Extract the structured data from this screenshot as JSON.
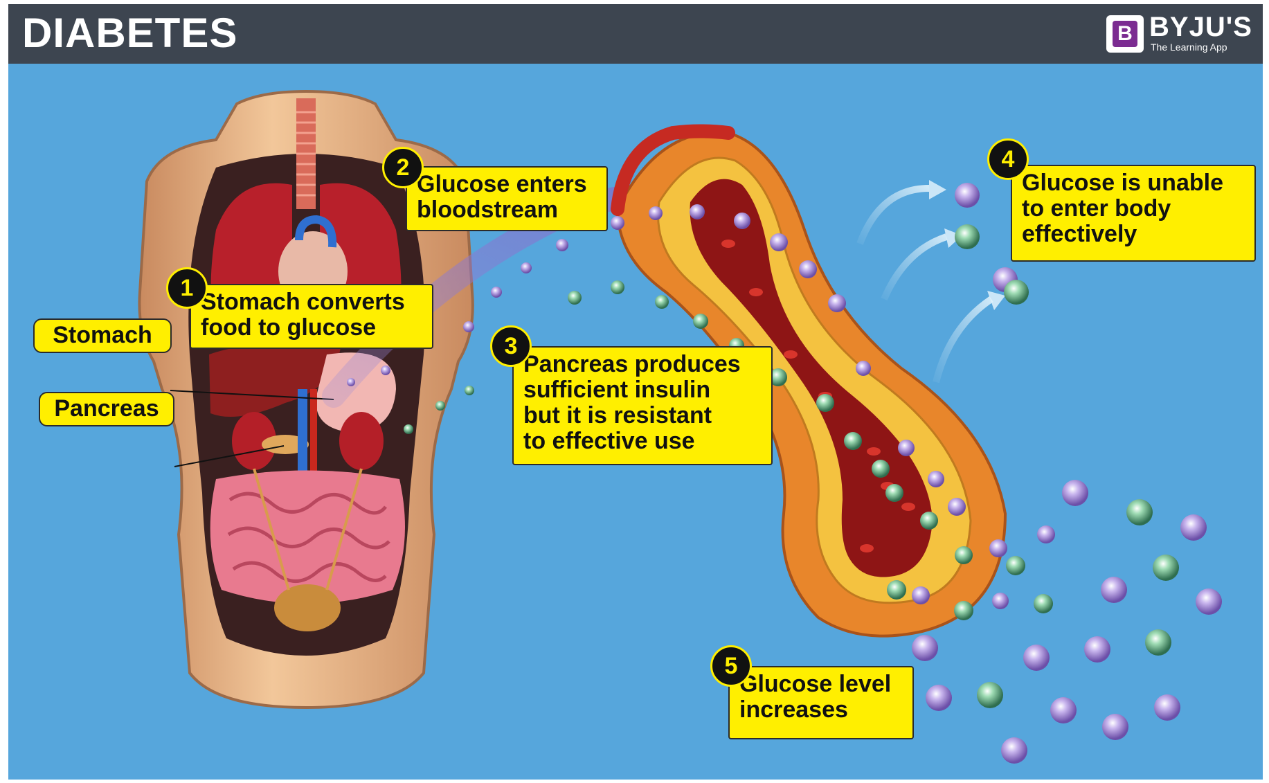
{
  "header": {
    "title": "DIABETES",
    "brand_name": "BYJU'S",
    "brand_tagline": "The Learning App",
    "brand_mark": "B"
  },
  "steps": [
    {
      "number": "1",
      "text_lines": [
        "Stomach converts",
        "food to glucose"
      ]
    },
    {
      "number": "2",
      "text_lines": [
        "Glucose enters",
        "bloodstream"
      ]
    },
    {
      "number": "3",
      "text_lines": [
        "Pancreas produces",
        "sufficient insulin",
        "but it is resistant",
        "to effective use"
      ]
    },
    {
      "number": "4",
      "text_lines": [
        "Glucose is unable",
        "to enter body",
        "effectively"
      ]
    },
    {
      "number": "5",
      "text_lines": [
        "Glucose level",
        "increases"
      ]
    }
  ],
  "organ_labels": {
    "stomach": "Stomach",
    "pancreas": "Pancreas"
  },
  "colors": {
    "background": "#56a6dc",
    "header": "#3d4550",
    "callout": "#ffef00",
    "glucose_purple": "#9b7fd0",
    "insulin_green": "#3f9a6a",
    "vessel_red": "#c0281e"
  }
}
